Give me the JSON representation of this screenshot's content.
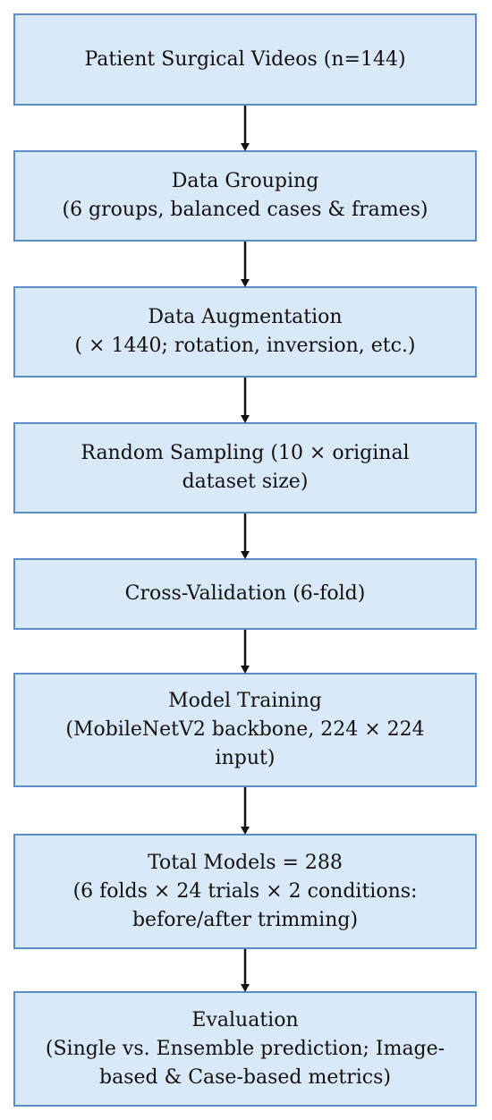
{
  "flowchart": {
    "nodes": [
      {
        "id": "videos",
        "lines": [
          "Patient Surgical Videos (n=144)"
        ]
      },
      {
        "id": "grouping",
        "lines": [
          "Data Grouping",
          "(6 groups, balanced cases & frames)"
        ]
      },
      {
        "id": "augmentation",
        "lines": [
          "Data Augmentation",
          "( × 1440; rotation, inversion, etc.)"
        ]
      },
      {
        "id": "sampling",
        "lines": [
          "Random Sampling (10 ×  original",
          "dataset size)"
        ]
      },
      {
        "id": "crossval",
        "lines": [
          "Cross-Validation (6-fold)"
        ]
      },
      {
        "id": "training",
        "lines": [
          "Model Training",
          "(MobileNetV2 backbone, 224 × 224",
          "input)"
        ]
      },
      {
        "id": "total",
        "lines": [
          "Total Models = 288",
          "(6 folds  ×  24 trials  ×  2 conditions:",
          "before/after trimming)"
        ]
      },
      {
        "id": "evaluation",
        "lines": [
          "Evaluation",
          "(Single vs. Ensemble prediction; Image-",
          "based & Case-based metrics)"
        ]
      }
    ],
    "edges": [
      {
        "from": "videos",
        "to": "grouping"
      },
      {
        "from": "grouping",
        "to": "augmentation"
      },
      {
        "from": "augmentation",
        "to": "sampling"
      },
      {
        "from": "sampling",
        "to": "crossval"
      },
      {
        "from": "crossval",
        "to": "training"
      },
      {
        "from": "training",
        "to": "total"
      },
      {
        "from": "total",
        "to": "evaluation"
      }
    ]
  }
}
